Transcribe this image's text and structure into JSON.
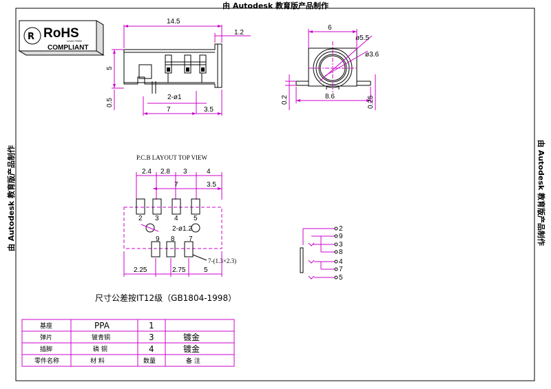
{
  "watermark": "由 Autodesk 教育版产品制作",
  "rohs": {
    "title": "RoHS",
    "lead_free": "LEAD FREE",
    "compliant": "COMPLIANT"
  },
  "side_view": {
    "dims": {
      "total_length": "14.5",
      "front": "1.2",
      "height": "5",
      "pin_hole": "2-ø1",
      "spacing_7": "7",
      "spacing_35": "3.5",
      "offset_05": "0.5"
    }
  },
  "front_view": {
    "dims": {
      "width_6": "6",
      "dia_55": "ø5.5",
      "dia_36": "ø3.6",
      "offset_02": "0.2",
      "width_86": "8.6",
      "offset_025": "0.25"
    }
  },
  "pcb_layout": {
    "title": "P.C.B LAYOUT   TOP VIEW",
    "top_dims": [
      "2.4",
      "2.8",
      "3",
      "4"
    ],
    "dim_7": "7",
    "dim_35": "3.5",
    "pad_numbers_top": [
      "2",
      "3",
      "4",
      "5"
    ],
    "pad_numbers_bottom": [
      "9",
      "8",
      "7"
    ],
    "hole_label": "2-ø1.2",
    "pad_size_label": "7-(1.3×2.3)",
    "bottom_dims": [
      "2.25",
      "2.75",
      "5"
    ]
  },
  "schematic": {
    "pins": [
      "2",
      "9",
      "3",
      "8",
      "4",
      "7",
      "5"
    ]
  },
  "tolerance_note": "尺寸公差按IT12级（GB1804-1998）",
  "bom": {
    "rows": [
      {
        "name": "基座",
        "material": "PPA",
        "qty": "1",
        "note": ""
      },
      {
        "name": "弹片",
        "material": "铍青铜",
        "qty": "3",
        "note": "镀金"
      },
      {
        "name": "插脚",
        "material": "磷  铜",
        "qty": "4",
        "note": "镀金"
      }
    ],
    "header": {
      "name": "零件名称",
      "material": "材    料",
      "qty": "数量",
      "note": "备    注"
    }
  }
}
